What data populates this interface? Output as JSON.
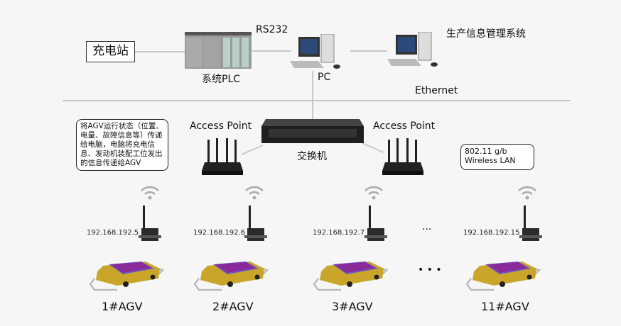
{
  "top": {
    "charging_station": "充电站",
    "plc_label": "系统PLC",
    "rs232_label": "RS232",
    "pc_label": "PC",
    "mgmt_system_label": "生产信息管理系统",
    "ethernet_label": "Ethernet"
  },
  "network": {
    "switch_label": "交换机",
    "access_point_left": "Access Point",
    "access_point_right": "Access Point",
    "callout_text": "将AGV运行状态（位置、电量、故障信息等）传递给电脑，电脑将充电信息、发动机装配工位发出的信息传递给AGV",
    "wireless_line1": "802.11 g/b",
    "wireless_line2": "Wireless LAN"
  },
  "agvs": [
    {
      "ip": "192.168.192.5",
      "label": "1#AGV"
    },
    {
      "ip": "192.168.192.6",
      "label": "2#AGV"
    },
    {
      "ip": "192.168.192.7",
      "label": "3#AGV"
    },
    {
      "ip": "192.168.192.15",
      "label": "11#AGV"
    }
  ],
  "ellipsis_small": "···",
  "ellipsis_large": "• • •",
  "colors": {
    "agv_body": "#c9a62a",
    "agv_top": "#8a2b9a",
    "line": "#c8c8c8"
  }
}
